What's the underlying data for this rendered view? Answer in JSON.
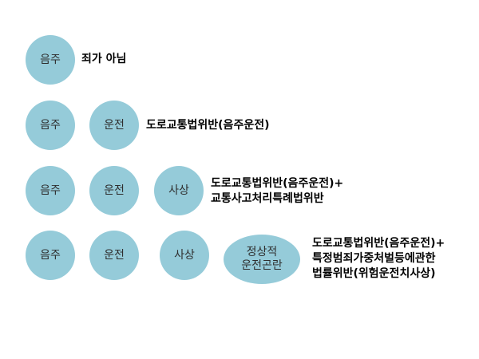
{
  "rows": [
    {
      "bubbles": [
        "음주"
      ],
      "result_lines": [
        "죄가 아님"
      ]
    },
    {
      "bubbles": [
        "음주",
        "운전"
      ],
      "result_lines": [
        "도로교통법위반(음주운전)"
      ]
    },
    {
      "bubbles": [
        "음주",
        "운전",
        "사상"
      ],
      "result_lines": [
        "도로교통법위반(음주운전)+",
        "교통사고처리특례법위반"
      ]
    },
    {
      "bubbles": [
        "음주",
        "운전",
        "사상"
      ],
      "ellipse": "정상적\n운전곤란",
      "result_lines": [
        "도로교통법위반(음주운전)+",
        "특정범죄가중처벌등에관한",
        "법률위반(위험운전치사상)"
      ]
    }
  ],
  "colors": {
    "bubble_fill": "#95cbd9",
    "bubble_text": "#2f2f2f",
    "label_text": "#000000"
  }
}
